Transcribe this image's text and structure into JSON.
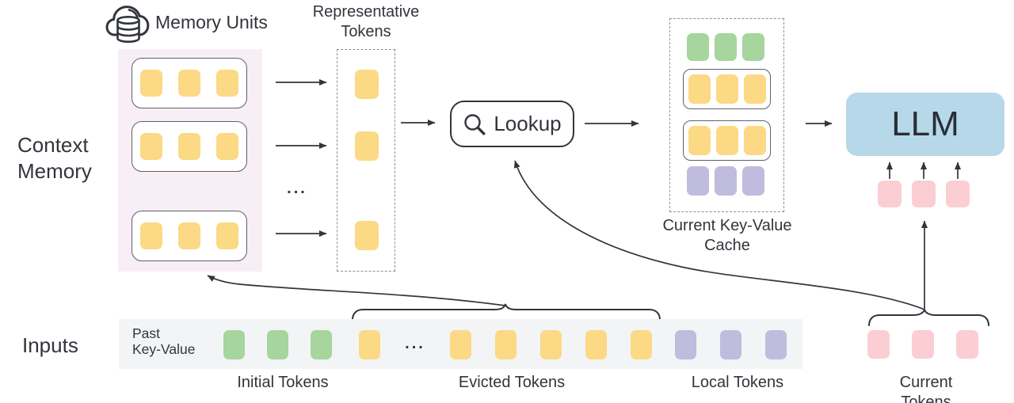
{
  "labels": {
    "context_memory": "Context\nMemory",
    "memory_units": "Memory Units",
    "representative_tokens": "Representative\nTokens",
    "lookup": "Lookup",
    "current_kv_cache": "Current Key-Value\nCache",
    "llm": "LLM",
    "inputs": "Inputs",
    "past_key_value": "Past\nKey-Value",
    "initial_tokens": "Initial Tokens",
    "evicted_tokens": "Evicted Tokens",
    "local_tokens": "Local Tokens",
    "current_tokens": "Current Tokens",
    "ellipsis": "..."
  },
  "colors": {
    "memory_token_yellow": "#FBD985",
    "initial_token_green": "#A6D59E",
    "local_token_purple": "#BFBCDE",
    "current_token_pink": "#FBCED4",
    "memory_panel_bg": "#F8EEF6",
    "llm_box_bg": "#B6D8E9",
    "input_strip_bg": "#F3F4F5",
    "line_stroke": "#31353C"
  },
  "memory": {
    "rows": [
      {
        "count": 3,
        "color": "#FBD985"
      },
      {
        "count": 3,
        "color": "#FBD985"
      },
      {
        "count": 3,
        "color": "#FBD985"
      }
    ]
  },
  "representative": {
    "tokens": [
      {
        "count": 1,
        "color": "#FBD985"
      },
      {
        "count": 1,
        "color": "#FBD985"
      },
      {
        "count": 1,
        "color": "#FBD985"
      }
    ]
  },
  "cache": {
    "rows": [
      {
        "kind": "initial",
        "boxed": false,
        "count": 3,
        "color": "#A6D59E"
      },
      {
        "kind": "retrieved-memory-unit",
        "boxed": true,
        "count": 3,
        "color": "#FBD985"
      },
      {
        "kind": "retrieved-memory-unit",
        "boxed": true,
        "count": 3,
        "color": "#FBD985"
      },
      {
        "kind": "local",
        "boxed": false,
        "count": 3,
        "color": "#BFBCDE"
      }
    ]
  },
  "input_strip": {
    "initial": {
      "count": 3,
      "color": "#A6D59E"
    },
    "evicted_head": {
      "count": 1,
      "color": "#FBD985"
    },
    "evicted_tail": {
      "count": 5,
      "color": "#FBD985"
    },
    "local": {
      "count": 3,
      "color": "#BFBCDE"
    }
  },
  "current": {
    "strip_tokens": {
      "count": 3,
      "color": "#FBCED4"
    },
    "llm_input_tokens": {
      "count": 3,
      "color": "#FBCED4"
    }
  }
}
